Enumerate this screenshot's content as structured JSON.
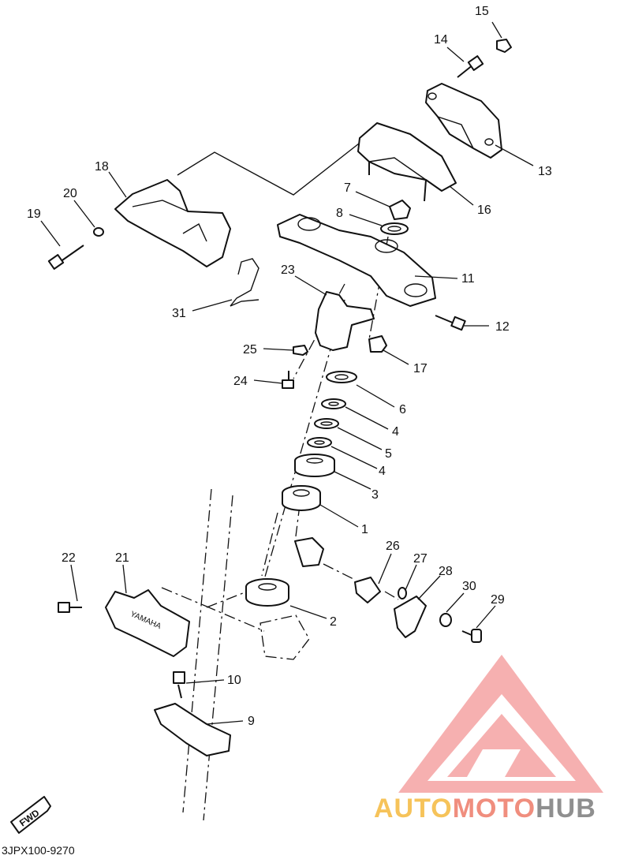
{
  "diagram": {
    "callouts": [
      "15",
      "14",
      "13",
      "16",
      "7",
      "8",
      "18",
      "20",
      "19",
      "11",
      "23",
      "12",
      "31",
      "25",
      "17",
      "24",
      "6",
      "4",
      "5",
      "4",
      "3",
      "1",
      "26",
      "27",
      "28",
      "30",
      "22",
      "21",
      "29",
      "2",
      "10",
      "9"
    ],
    "fwd_label": "FWD",
    "emblem_text": "YAMAHA",
    "code": "3JPX100-9270"
  },
  "watermark": {
    "part1": "AUTO",
    "part2": "MOTO",
    "part3": "HUB",
    "colors": {
      "auto": "#f6c35a",
      "moto": "#f08e7e",
      "hub": "#8f8f8f",
      "logo": "#f5a3a3"
    }
  }
}
